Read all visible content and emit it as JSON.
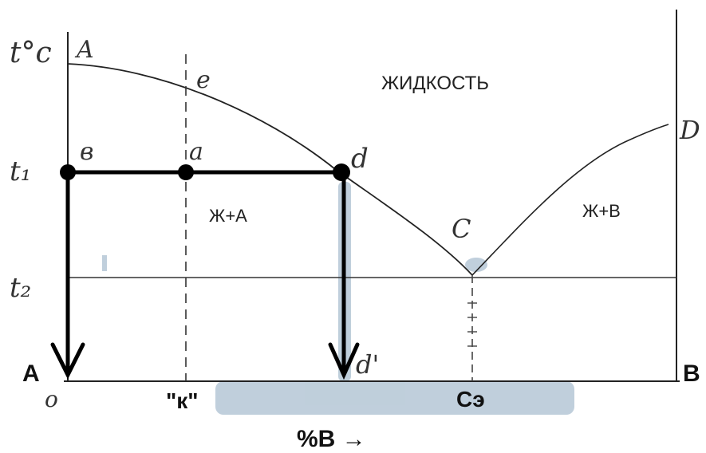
{
  "axes": {
    "temperature_label": "t°c",
    "composition_label": "%В →",
    "left_component": "А",
    "right_component": "В"
  },
  "temperatures": {
    "t1": "t₁",
    "t2": "t₂"
  },
  "points": {
    "A": "A",
    "e": "e",
    "b": "в",
    "a": "a",
    "d": "d",
    "C": "C",
    "D": "D",
    "d_prime": "d'",
    "origin": "o"
  },
  "regions": {
    "liquid": "ЖИДКОСТЬ",
    "liquid_plus_A": "Ж+А",
    "liquid_plus_B": "Ж+В"
  },
  "compositions": {
    "k": "\"к\"",
    "eutectic": "Сэ"
  },
  "colors": {
    "line": "#222222",
    "thick": "#000000",
    "highlight": "#b9cad8"
  }
}
